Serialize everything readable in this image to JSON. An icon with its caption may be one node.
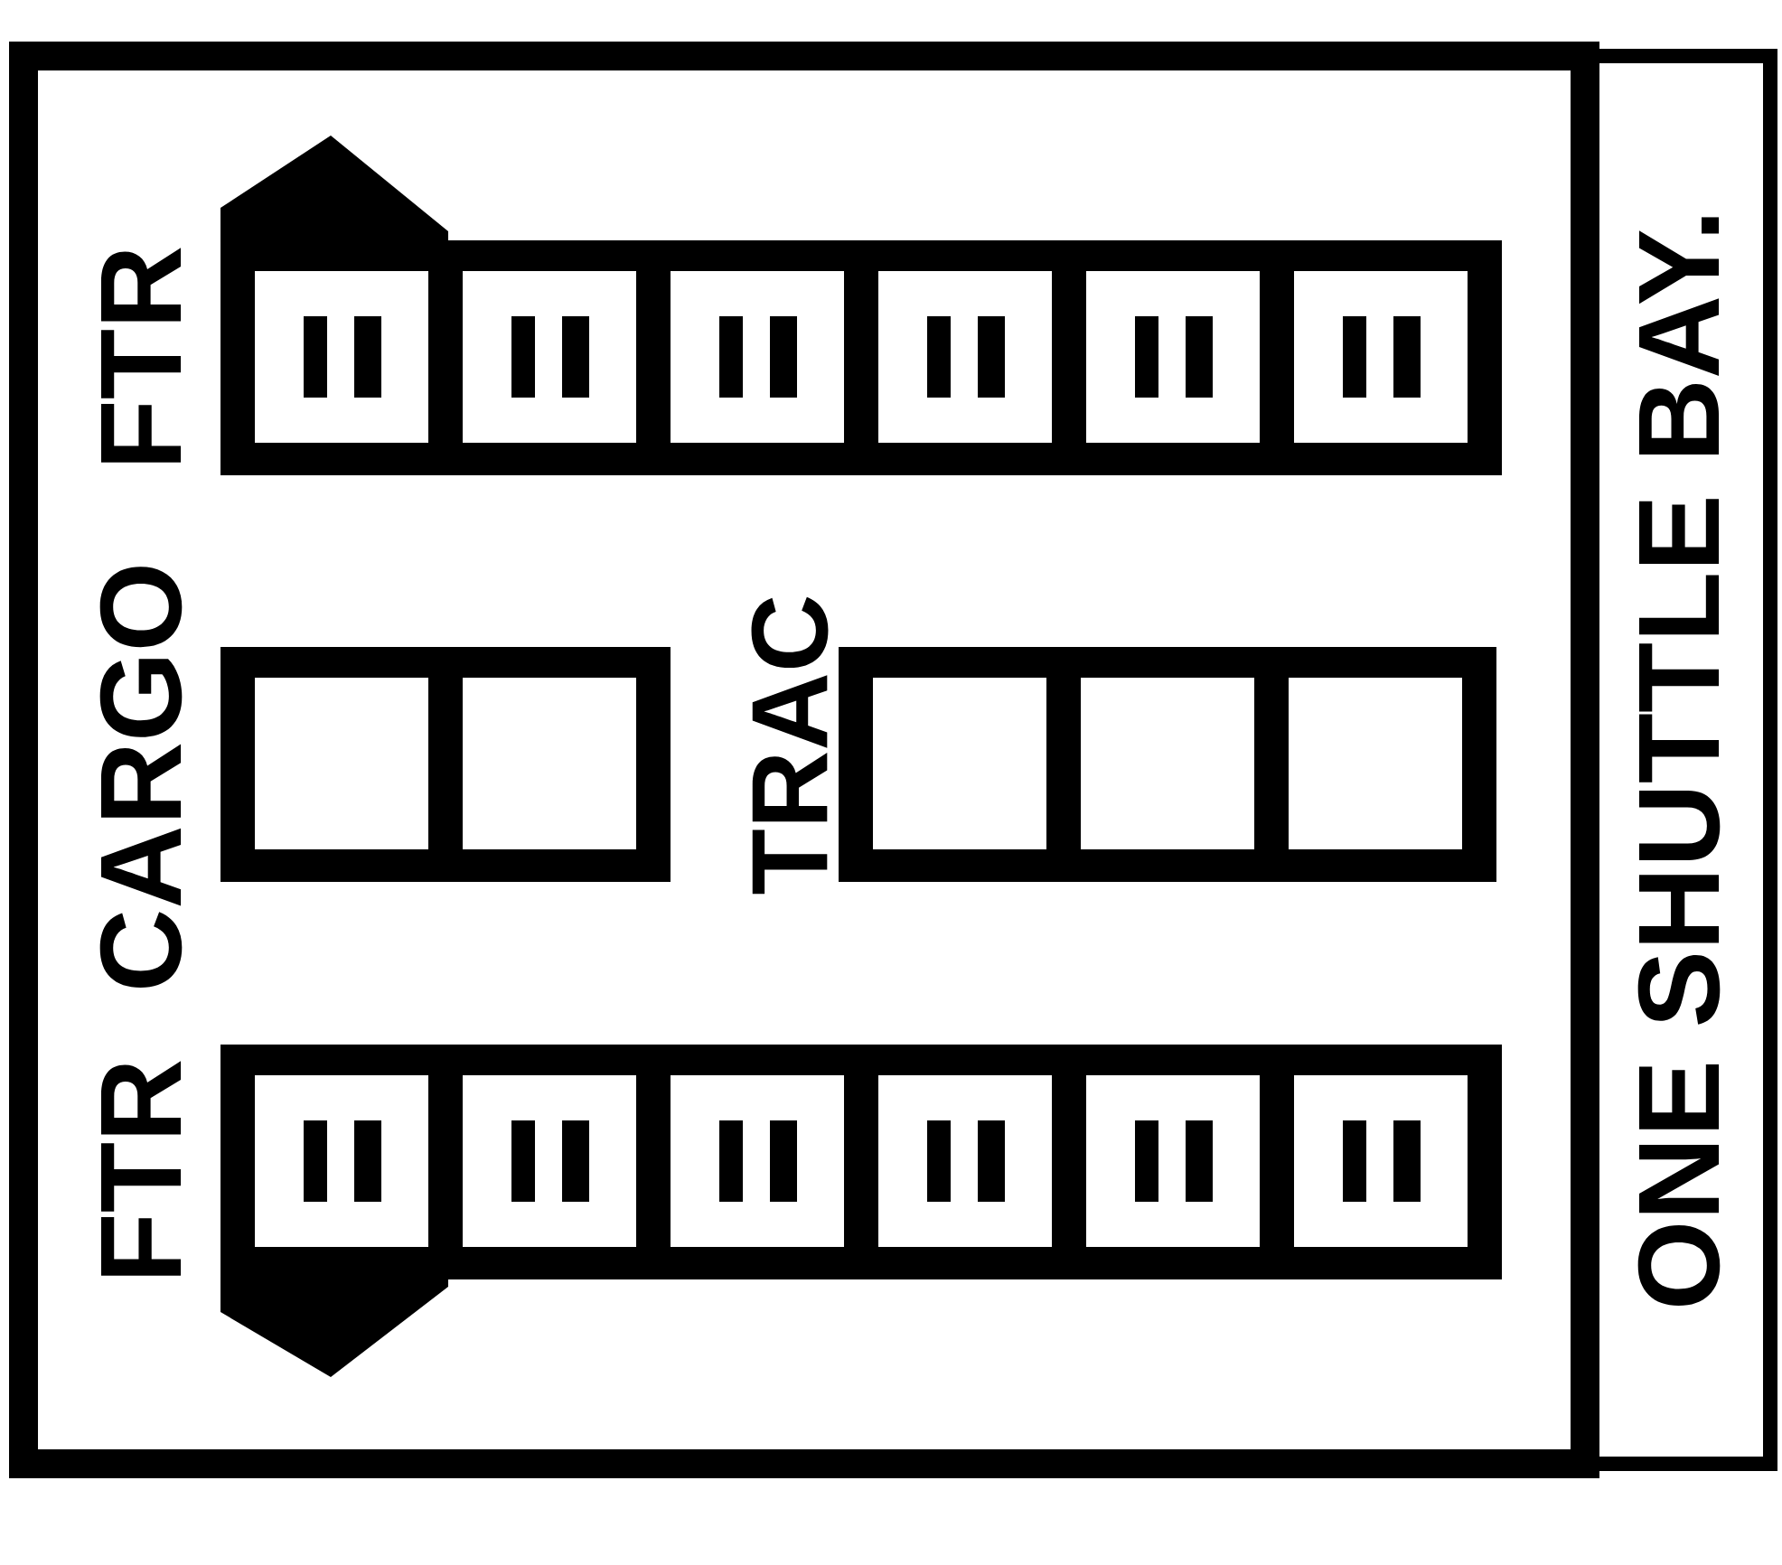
{
  "diagram": {
    "nodes": [
      {
        "text": [
          "ONE SHUTTLE BAY."
        ]
      }
    ],
    "labels": [
      "FTR",
      "CARGO",
      "FTR",
      "TRAC"
    ]
  }
}
